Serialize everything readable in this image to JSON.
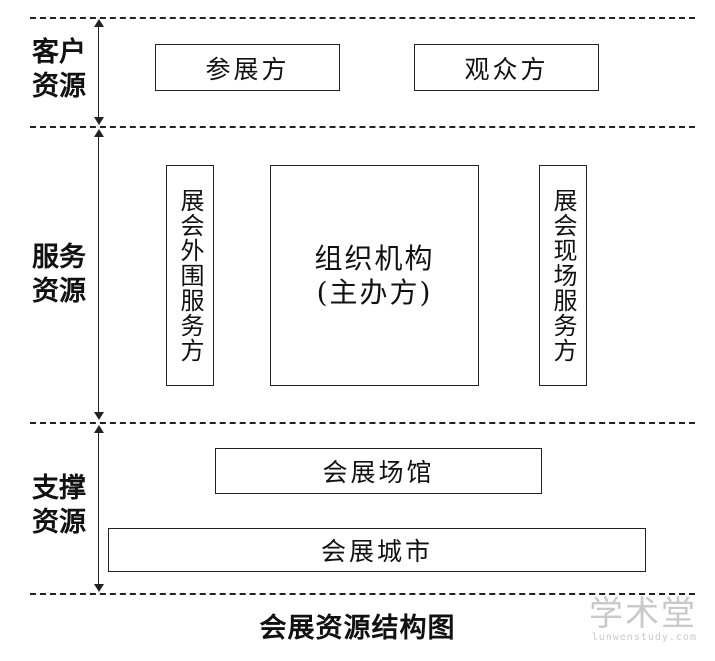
{
  "layers": {
    "customer": {
      "label_line1": "客户",
      "label_line2": "资源"
    },
    "service": {
      "label_line1": "服务",
      "label_line2": "资源"
    },
    "support": {
      "label_line1": "支撑",
      "label_line2": "资源"
    }
  },
  "nodes": {
    "exhibitor": "参展方",
    "audience": "观众方",
    "peripheral_service": "展会外围服务方",
    "organizer_line1": "组织机构",
    "organizer_line2": "(主办方)",
    "onsite_service": "展会现场服务方",
    "venue": "会展场馆",
    "city": "会展城市"
  },
  "caption": "会展资源结构图",
  "watermark": {
    "main": "学术堂",
    "sub": "lunwenstudy.com"
  }
}
